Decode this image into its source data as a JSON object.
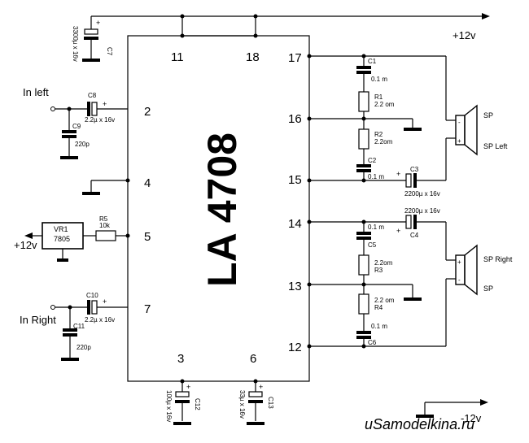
{
  "ic": {
    "name": "LA 4708",
    "pins": {
      "p11": "11",
      "p18": "18",
      "p17": "17",
      "p16": "16",
      "p15": "15",
      "p14": "14",
      "p13": "13",
      "p12": "12",
      "p2": "2",
      "p4": "4",
      "p5": "5",
      "p7": "7",
      "p3": "3",
      "p6": "6"
    }
  },
  "supply": {
    "pos": "+12v",
    "neg": "-12v",
    "reg_in": "+12v"
  },
  "inputs": {
    "left": "In left",
    "right": "In Right"
  },
  "components": {
    "c7": {
      "ref": "C7",
      "value": "3300µ x 16v"
    },
    "c8": {
      "ref": "C8",
      "value": "2.2µ x 16v"
    },
    "c9": {
      "ref": "C9",
      "value": "220p"
    },
    "c10": {
      "ref": "C10",
      "value": "2.2µ x 16v"
    },
    "c11": {
      "ref": "C11",
      "value": "220p"
    },
    "c12": {
      "ref": "C12",
      "value": "100µ x 16v"
    },
    "c13": {
      "ref": "C13",
      "value": "33µ x 16v"
    },
    "vr1": {
      "ref": "VR1",
      "value": "7805"
    },
    "r5": {
      "ref": "R5",
      "value": "10k"
    },
    "c1": {
      "ref": "C1",
      "value": "0.1 m"
    },
    "r1": {
      "ref": "R1",
      "value": "2.2 om"
    },
    "r2": {
      "ref": "R2",
      "value": "2.2om"
    },
    "c2": {
      "ref": "C2",
      "value": "0.1 m"
    },
    "c3": {
      "ref": "C3",
      "value": "2200µ x 16v"
    },
    "c4": {
      "ref": "C4",
      "value": "2200µ x 16v"
    },
    "c5": {
      "ref": "C5",
      "value": "0.1 m"
    },
    "r3": {
      "ref": "R3",
      "value": "2.2om"
    },
    "r4": {
      "ref": "R4",
      "value": "2.2 om"
    },
    "c6": {
      "ref": "C6",
      "value": "0.1 m"
    }
  },
  "speakers": {
    "left": {
      "sp": "SP",
      "name": "SP Left"
    },
    "right": {
      "name": "SP Right",
      "sp": "SP"
    }
  },
  "polarity": {
    "plus": "+",
    "minus": "-"
  },
  "watermark": "uSamodelkina.ru"
}
